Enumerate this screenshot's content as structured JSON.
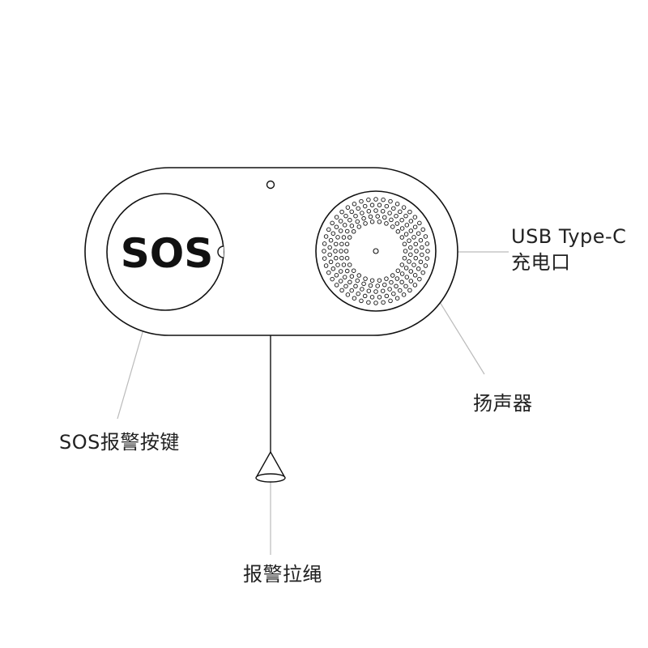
{
  "device": {
    "button_text": "SOS"
  },
  "labels": {
    "usb_line1": "USB Type-C",
    "usb_line2": "充电口",
    "speaker": "扬声器",
    "sos_button": "SOS报警按键",
    "pull_cord": "报警拉绳"
  },
  "colors": {
    "stroke": "#111111",
    "leader_line": "#bbbbbb",
    "text": "#222222",
    "background": "#ffffff"
  }
}
